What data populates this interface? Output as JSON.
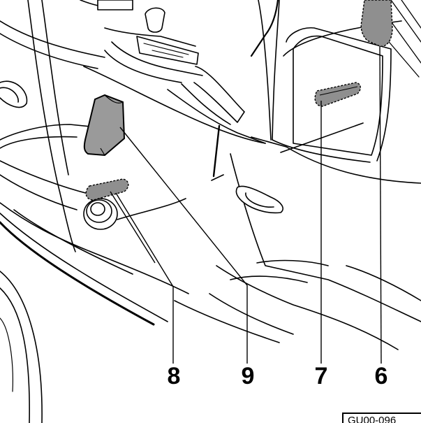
{
  "callouts": {
    "c8": "8",
    "c9": "9",
    "c7": "7",
    "c6": "6"
  },
  "reference_code": "GU00-096",
  "colors": {
    "line": "#000000",
    "highlight_fill": "#8f8f8f",
    "component_fill": "#9a9a9a"
  }
}
